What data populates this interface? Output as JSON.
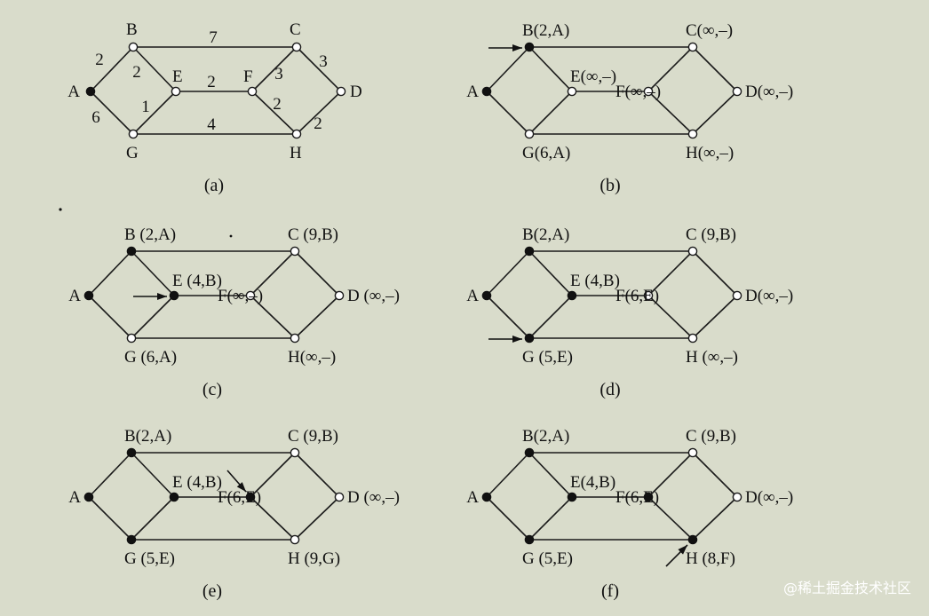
{
  "colors": {
    "background": "#d9dccb",
    "ink": "#111111",
    "open_node": "#ffffff"
  },
  "watermark": "@稀土掘金技术社区",
  "graph": {
    "nodes": [
      "A",
      "B",
      "C",
      "D",
      "E",
      "F",
      "G",
      "H"
    ],
    "edges": [
      {
        "from": "A",
        "to": "B",
        "weight": "2"
      },
      {
        "from": "A",
        "to": "G",
        "weight": "6"
      },
      {
        "from": "B",
        "to": "C",
        "weight": "7"
      },
      {
        "from": "B",
        "to": "E",
        "weight": "2"
      },
      {
        "from": "G",
        "to": "E",
        "weight": "1"
      },
      {
        "from": "E",
        "to": "F",
        "weight": "2"
      },
      {
        "from": "G",
        "to": "H",
        "weight": "4"
      },
      {
        "from": "F",
        "to": "C",
        "weight": "3"
      },
      {
        "from": "F",
        "to": "H",
        "weight": "2"
      },
      {
        "from": "C",
        "to": "D",
        "weight": "3"
      },
      {
        "from": "H",
        "to": "D",
        "weight": "2"
      }
    ]
  },
  "panels": [
    {
      "caption": "(a)",
      "labels": {
        "A": "A",
        "B": "B",
        "C": "C",
        "D": "D",
        "E": "E",
        "F": "F",
        "G": "G",
        "H": "H"
      },
      "solid": [
        "A"
      ],
      "arrow": null,
      "show_weights": true
    },
    {
      "caption": "(b)",
      "labels": {
        "A": "A",
        "B": "B(2,A)",
        "C": "C(∞,–)",
        "D": "D(∞,–)",
        "E": "E(∞,–)",
        "F": "F(∞,–)",
        "G": "G(6,A)",
        "H": "H(∞,–)"
      },
      "solid": [
        "A",
        "B"
      ],
      "arrow": "B",
      "show_weights": false
    },
    {
      "caption": "(c)",
      "labels": {
        "A": "A",
        "B": "B (2,A)",
        "C": "C (9,B)",
        "D": "D (∞,–)",
        "E": "E (4,B)",
        "F": "F(∞,–)",
        "G": "G (6,A)",
        "H": "H(∞,–)"
      },
      "solid": [
        "A",
        "B",
        "E"
      ],
      "arrow": "E",
      "show_weights": false
    },
    {
      "caption": "(d)",
      "labels": {
        "A": "A",
        "B": "B(2,A)",
        "C": "C (9,B)",
        "D": "D(∞,–)",
        "E": "E (4,B)",
        "F": "F(6,E)",
        "G": "G (5,E)",
        "H": "H (∞,–)"
      },
      "solid": [
        "A",
        "B",
        "E",
        "G"
      ],
      "arrow": "G",
      "show_weights": false
    },
    {
      "caption": "(e)",
      "labels": {
        "A": "A",
        "B": "B(2,A)",
        "C": "C (9,B)",
        "D": "D (∞,–)",
        "E": "E (4,B)",
        "F": "F(6,E)",
        "G": "G (5,E)",
        "H": "H (9,G)"
      },
      "solid": [
        "A",
        "B",
        "E",
        "G",
        "F"
      ],
      "arrow": "F",
      "show_weights": false
    },
    {
      "caption": "(f)",
      "labels": {
        "A": "A",
        "B": "B(2,A)",
        "C": "C (9,B)",
        "D": "D(∞,–)",
        "E": "E(4,B)",
        "F": "F(6,E)",
        "G": "G (5,E)",
        "H": "H (8,F)"
      },
      "solid": [
        "A",
        "B",
        "E",
        "G",
        "F",
        "H"
      ],
      "arrow": "H",
      "show_weights": false
    }
  ]
}
